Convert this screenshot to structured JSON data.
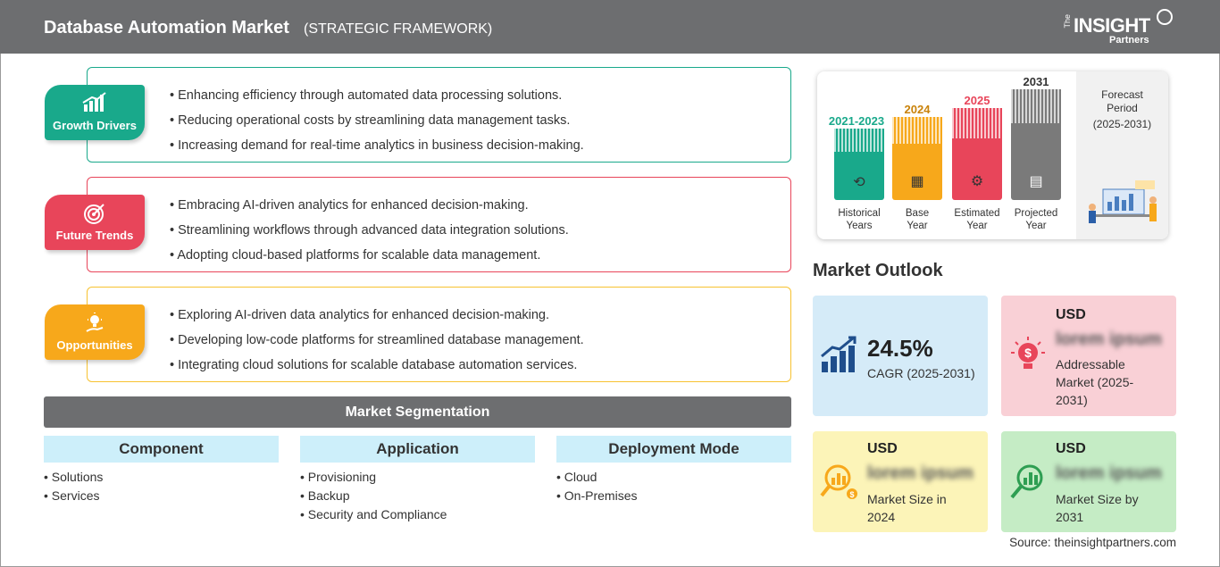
{
  "header": {
    "title": "Database Automation Market",
    "subtitle": "(STRATEGIC FRAMEWORK)",
    "logo_the": "The",
    "logo_insight": "INSIGHT",
    "logo_partners": "Partners"
  },
  "sections": [
    {
      "label": "Growth Drivers",
      "color": "#19a98b",
      "icon": "bar-chart-growth-icon",
      "items": [
        "Enhancing efficiency through automated data processing solutions.",
        "Reducing operational costs by streamlining data management tasks.",
        "Increasing demand for real-time analytics in business decision-making."
      ]
    },
    {
      "label": "Future Trends",
      "color": "#e8455a",
      "icon": "target-icon",
      "items": [
        "Embracing AI-driven analytics for enhanced decision-making.",
        "Streamlining workflows through advanced data integration solutions.",
        "Adopting cloud-based platforms for scalable data management."
      ]
    },
    {
      "label": "Opportunities",
      "color": "#f7a81b",
      "icon": "lightbulb-hand-icon",
      "items": [
        "Exploring AI-driven data analytics for enhanced decision-making.",
        "Developing low-code platforms for streamlined database management.",
        "Integrating cloud solutions for scalable database automation services."
      ]
    }
  ],
  "segmentation": {
    "title": "Market Segmentation",
    "columns": [
      {
        "heading": "Component",
        "items": [
          "Solutions",
          "Services"
        ]
      },
      {
        "heading": "Application",
        "items": [
          "Provisioning",
          "Backup",
          "Security and Compliance"
        ]
      },
      {
        "heading": "Deployment Mode",
        "items": [
          "Cloud",
          "On-Premises"
        ]
      }
    ]
  },
  "timeline": {
    "periods": [
      {
        "year": "2021-2023",
        "label_1": "Historical",
        "label_2": "Years",
        "color": "#19a98b",
        "icon": "history-icon"
      },
      {
        "year": "2024",
        "label_1": "Base",
        "label_2": "Year",
        "color": "#f7a81b",
        "icon": "calendar-icon"
      },
      {
        "year": "2025",
        "label_1": "Estimated",
        "label_2": "Year",
        "color": "#e8455a",
        "icon": "estimate-gears-icon"
      },
      {
        "year": "2031",
        "label_1": "Projected",
        "label_2": "Year",
        "color": "#7a7a7a",
        "icon": "presentation-chart-icon"
      }
    ],
    "forecast_title": "Forecast",
    "forecast_period": "Period",
    "forecast_range": "(2025-2031)"
  },
  "outlook": {
    "title": "Market Outlook",
    "cagr_value": "24.5%",
    "cagr_label": "CAGR (2025-2031)",
    "addressable_usd": "USD",
    "addressable_value": "lorem ipsum",
    "addressable_label": "Addressable Market (2025-2031)",
    "size2024_usd": "USD",
    "size2024_value": "lorem ipsum",
    "size2024_label": "Market Size in 2024",
    "size2031_usd": "USD",
    "size2031_value": "lorem ipsum",
    "size2031_label": "Market Size by 2031",
    "colors": {
      "cagr": "#d5ebf8",
      "addressable": "#f9d0d6",
      "size2024": "#fcf4b8",
      "size2031": "#c5ecc5"
    }
  },
  "source": "Source: theinsightpartners.com"
}
